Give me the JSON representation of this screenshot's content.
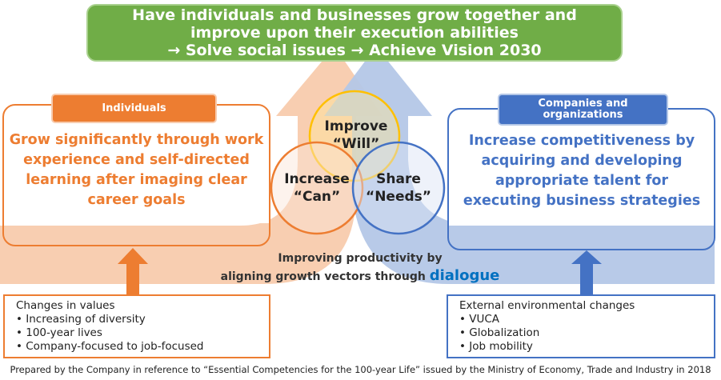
{
  "vision": {
    "line1": "Have individuals and businesses grow together and",
    "line2": "improve upon their execution abilities",
    "line3": "→ Solve social issues → Achieve Vision 2030"
  },
  "individuals": {
    "tag": "Individuals",
    "text": "Grow significantly through work experience and self-directed learning after imaging clear career goals",
    "color": "#ed7d31"
  },
  "companies": {
    "tag_line1": "Companies and",
    "tag_line2": "organizations",
    "text": "Increase competitiveness by acquiring and developing appropriate talent for executing business strategies",
    "color": "#4472c4"
  },
  "circles": {
    "will": {
      "line1": "Improve",
      "line2": "“Will”"
    },
    "can": {
      "line1": "Increase",
      "line2": "“Can”"
    },
    "needs": {
      "line1": "Share",
      "line2": "“Needs”"
    }
  },
  "productivity": {
    "line1": "Improving productivity by",
    "line2": "aligning growth vectors through",
    "highlight": "dialogue"
  },
  "left_list": {
    "title": "Changes in values",
    "items": [
      "• Increasing of diversity",
      "• 100-year lives",
      "• Company-focused to job-focused"
    ]
  },
  "right_list": {
    "title": "External environmental changes",
    "items": [
      "• VUCA",
      "• Globalization",
      "• Job mobility"
    ]
  },
  "footnote": "Prepared by the Company in reference to “Essential Competencies for the 100-year Life” issued by the Ministry of Economy, Trade and Industry in 2018"
}
